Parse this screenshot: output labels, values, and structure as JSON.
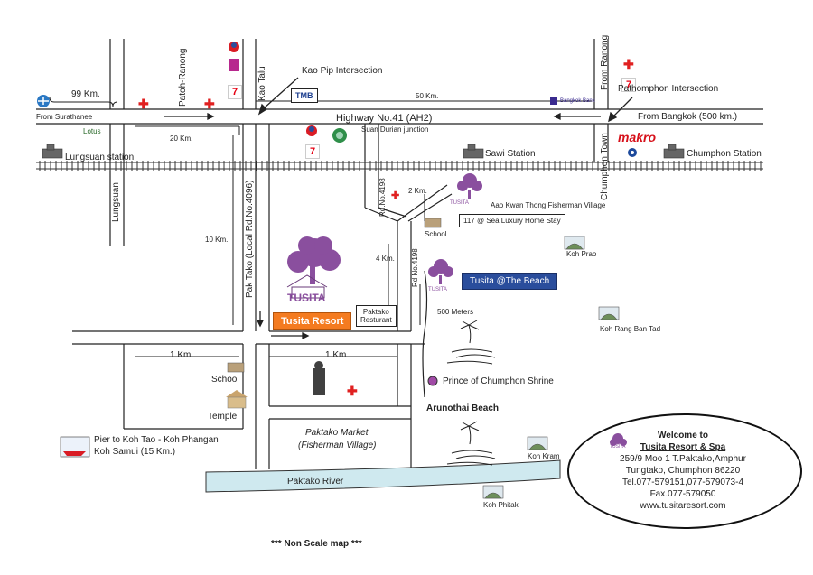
{
  "labels": {
    "from_surathanee": "From Surathanee",
    "patoh_ranong": "Patoh-Ranong",
    "kao_talu": "Kao Talu",
    "kao_pip": "Kao Pip Intersection",
    "km_99": "99 Km.",
    "km_20": "20 Km.",
    "km_50": "50 Km.",
    "km_10": "10 Km.",
    "km_1_left": "1 Km.",
    "km_1_mid": "1 Km.",
    "km_2": "2 Km.",
    "km_4": "4 Km.",
    "meters_500": "500 Meters",
    "lotus": "Lotus",
    "tmb": "TMB",
    "bangkok_bank": "Bangkok Bank",
    "highway": "Highway No.41 (AH2)",
    "suan_durian": "Suan Durian junction",
    "from_ranong": "From Ranong",
    "pathomphon": "Pathomphon Intersection",
    "from_bangkok": "From Bangkok (500 km.)",
    "chumphon_town": "Chumphon Town",
    "makro": "makro",
    "lungsuan_station": "Lungsuan station",
    "sawi_station": "Sawi Station",
    "chumphon_station": "Chumphon Station",
    "lungsuan": "Lungsuan",
    "pak_tako_road": "Pak Tako (Local Rd.No.4096)",
    "rd_4198_a": "Rd.No.4198",
    "rd_4198_b": "Rd No.4198",
    "aao_kwan_thong": "Aao Kwan Thong Fisherman Village",
    "sea_luxury": "117 @ Sea Luxury Home Stay",
    "school_a": "School",
    "koh_prao": "Koh Prao",
    "tusita_beach": "Tusita @The Beach",
    "tusita_resort": "Tusita Resort",
    "paktako_restaurant": "Paktako\nResturant",
    "koh_rang_ban_tad": "Koh Rang Ban Tad",
    "school_b": "School",
    "temple": "Temple",
    "prince_shrine": "Prince of Chumphon Shrine",
    "arunothai_beach": "Arunothai Beach",
    "paktako_market": "Paktako Market",
    "fisherman_village": "(Fisherman Village)",
    "pier_line1": "Pier to Koh Tao - Koh Phangan",
    "pier_line2": "Koh Samui (15 Km.)",
    "paktako_river": "Paktako River",
    "koh_kram": "Koh Kram",
    "koh_phitak": "Koh Phitak",
    "footer": "*** Non Scale map ***",
    "logo_tusita": "TUSITA",
    "logo_tusita_small_a": "TUSITA",
    "logo_tusita_small_b": "TUSITA",
    "logo_tusita_small_c": "TUSITA"
  },
  "welcome": {
    "title": "Welcome to",
    "name": "Tusita Resort & Spa",
    "line1": "259/9 Moo 1 T.Paktako,Amphur",
    "line2": "Tungtako, Chumphon 86220",
    "line3": "Tel.077-579151,077-579073-4",
    "line4": "Fax.077-579050",
    "line5": "www.tusitaresort.com"
  },
  "colors": {
    "road": "#222222",
    "rail": "#333333",
    "river": "#cfe9ef",
    "tusita_purple": "#8a4f9e",
    "red_cross": "#e02020",
    "blue_badge": "#2a4d9c",
    "orange_badge": "#f47b20"
  }
}
